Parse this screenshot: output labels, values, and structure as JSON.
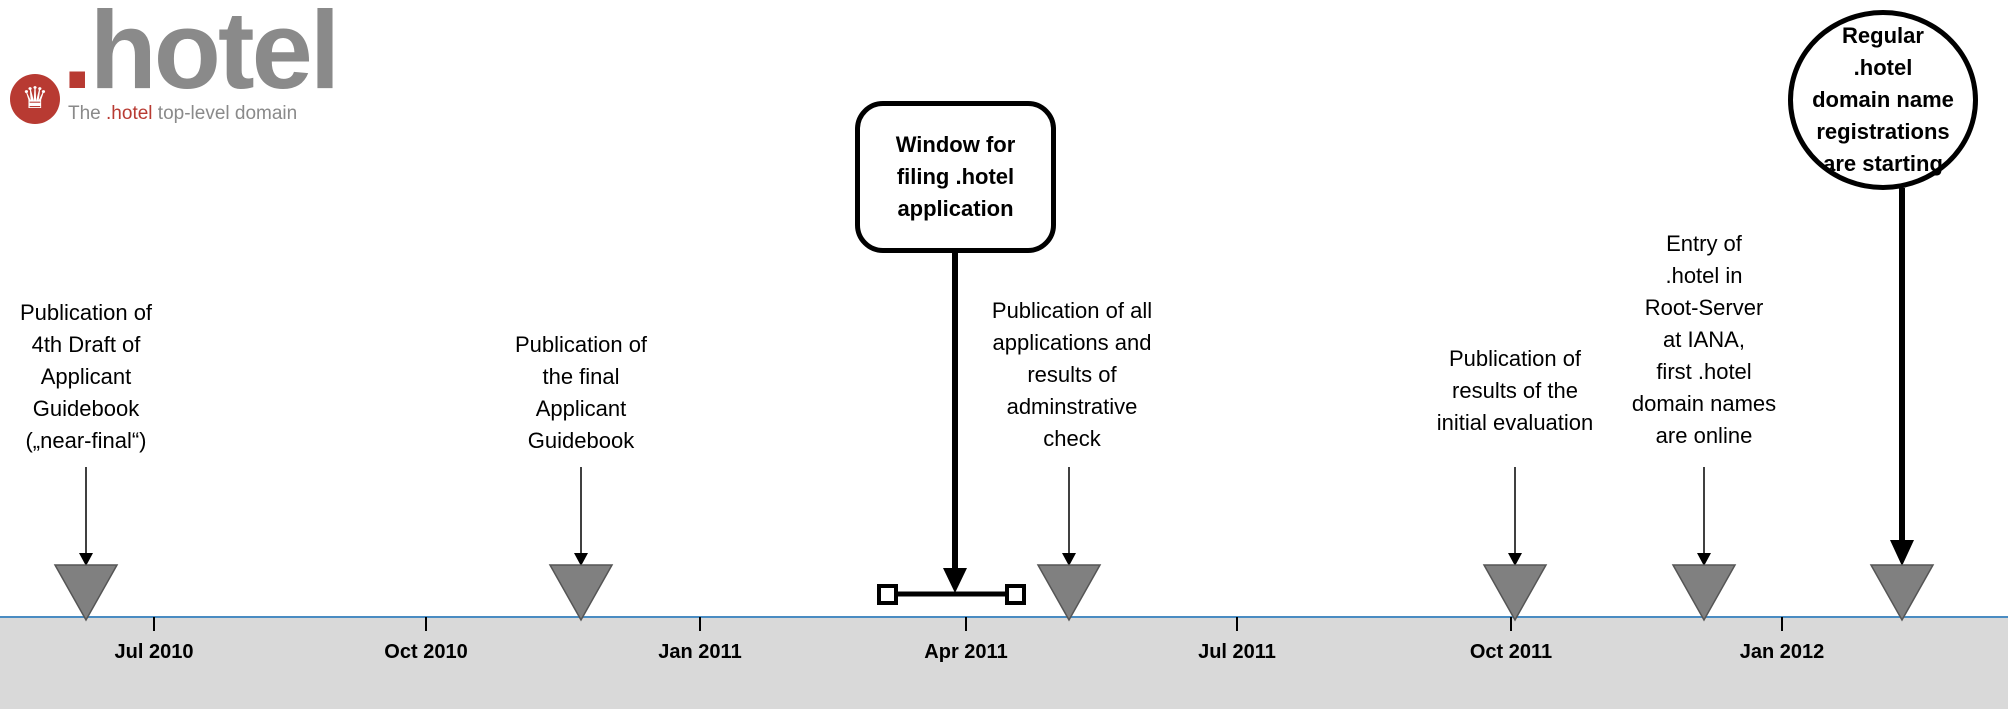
{
  "logo": {
    "emblem": "♛",
    "wordmark_dot": ".",
    "wordmark": "hotel",
    "tagline_prefix": "The ",
    "tagline_accent": ".hotel",
    "tagline_suffix": " top-level domain"
  },
  "colors": {
    "axis_line": "#4a8cc2",
    "band": "#d9d9d9",
    "marker": "#808080",
    "brand_red": "#b83a32",
    "logo_gray": "#8a8a8a"
  },
  "axis": {
    "ticks": [
      "Jul 2010",
      "Oct 2010",
      "Jan 2011",
      "Apr 2011",
      "Jul 2011",
      "Oct 2011",
      "Jan 2012"
    ]
  },
  "events": [
    {
      "lines": [
        "Publication of",
        "4th Draft of",
        "Applicant",
        "Guidebook",
        "(„near-final“)"
      ]
    },
    {
      "lines": [
        "Publication of",
        "the final",
        "Applicant",
        "Guidebook"
      ]
    },
    {
      "lines": [
        "Publication of all",
        "applications and",
        "results of",
        "adminstrative",
        "check"
      ]
    },
    {
      "lines": [
        "Publication of",
        "results of the",
        "initial evaluation"
      ]
    },
    {
      "lines": [
        "Entry of",
        ".hotel in",
        "Root-Server",
        "at IANA,",
        "first .hotel",
        "domain names",
        "are online"
      ]
    }
  ],
  "callouts": {
    "window": [
      "Window for",
      "filing .hotel",
      "application"
    ],
    "regular": [
      "Regular",
      ".hotel",
      "domain name",
      "registrations",
      "are starting"
    ]
  }
}
